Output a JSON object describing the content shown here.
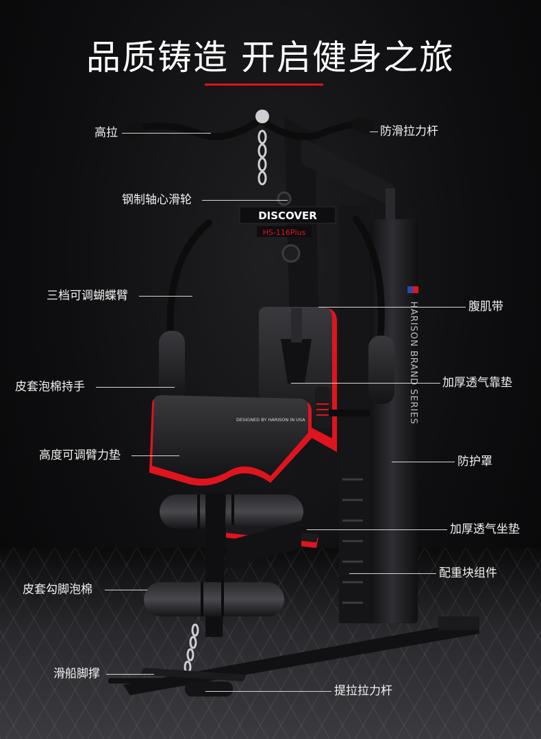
{
  "headline": "品质铸造 开启健身之旅",
  "brand_plate": "DISCOVER",
  "model_plate": "HS-116Plus",
  "seat_print": "DESIGNED BY HARISON IN USA",
  "tower_print": "HARISON BRAND SERIES",
  "labels": {
    "high_pull": "高拉",
    "antislip_bar": "防滑拉力杆",
    "steel_pulley": "钢制轴心滑轮",
    "butterfly_arm": "三档可调蝴蝶臂",
    "ab_strap": "腹肌带",
    "leather_handle": "皮套泡棉持手",
    "back_pad": "加厚透气靠垫",
    "arm_pad": "高度可调臂力垫",
    "guard": "防护罩",
    "seat_pad": "加厚透气坐垫",
    "weight_stack": "配重块组件",
    "foot_foam": "皮套勾脚泡棉",
    "rowing_brace": "滑船脚撑",
    "lift_bar": "提拉拉力杆"
  },
  "colors": {
    "accent": "#e0141e",
    "background": "#0b0b0c",
    "text": "#ffffff"
  }
}
